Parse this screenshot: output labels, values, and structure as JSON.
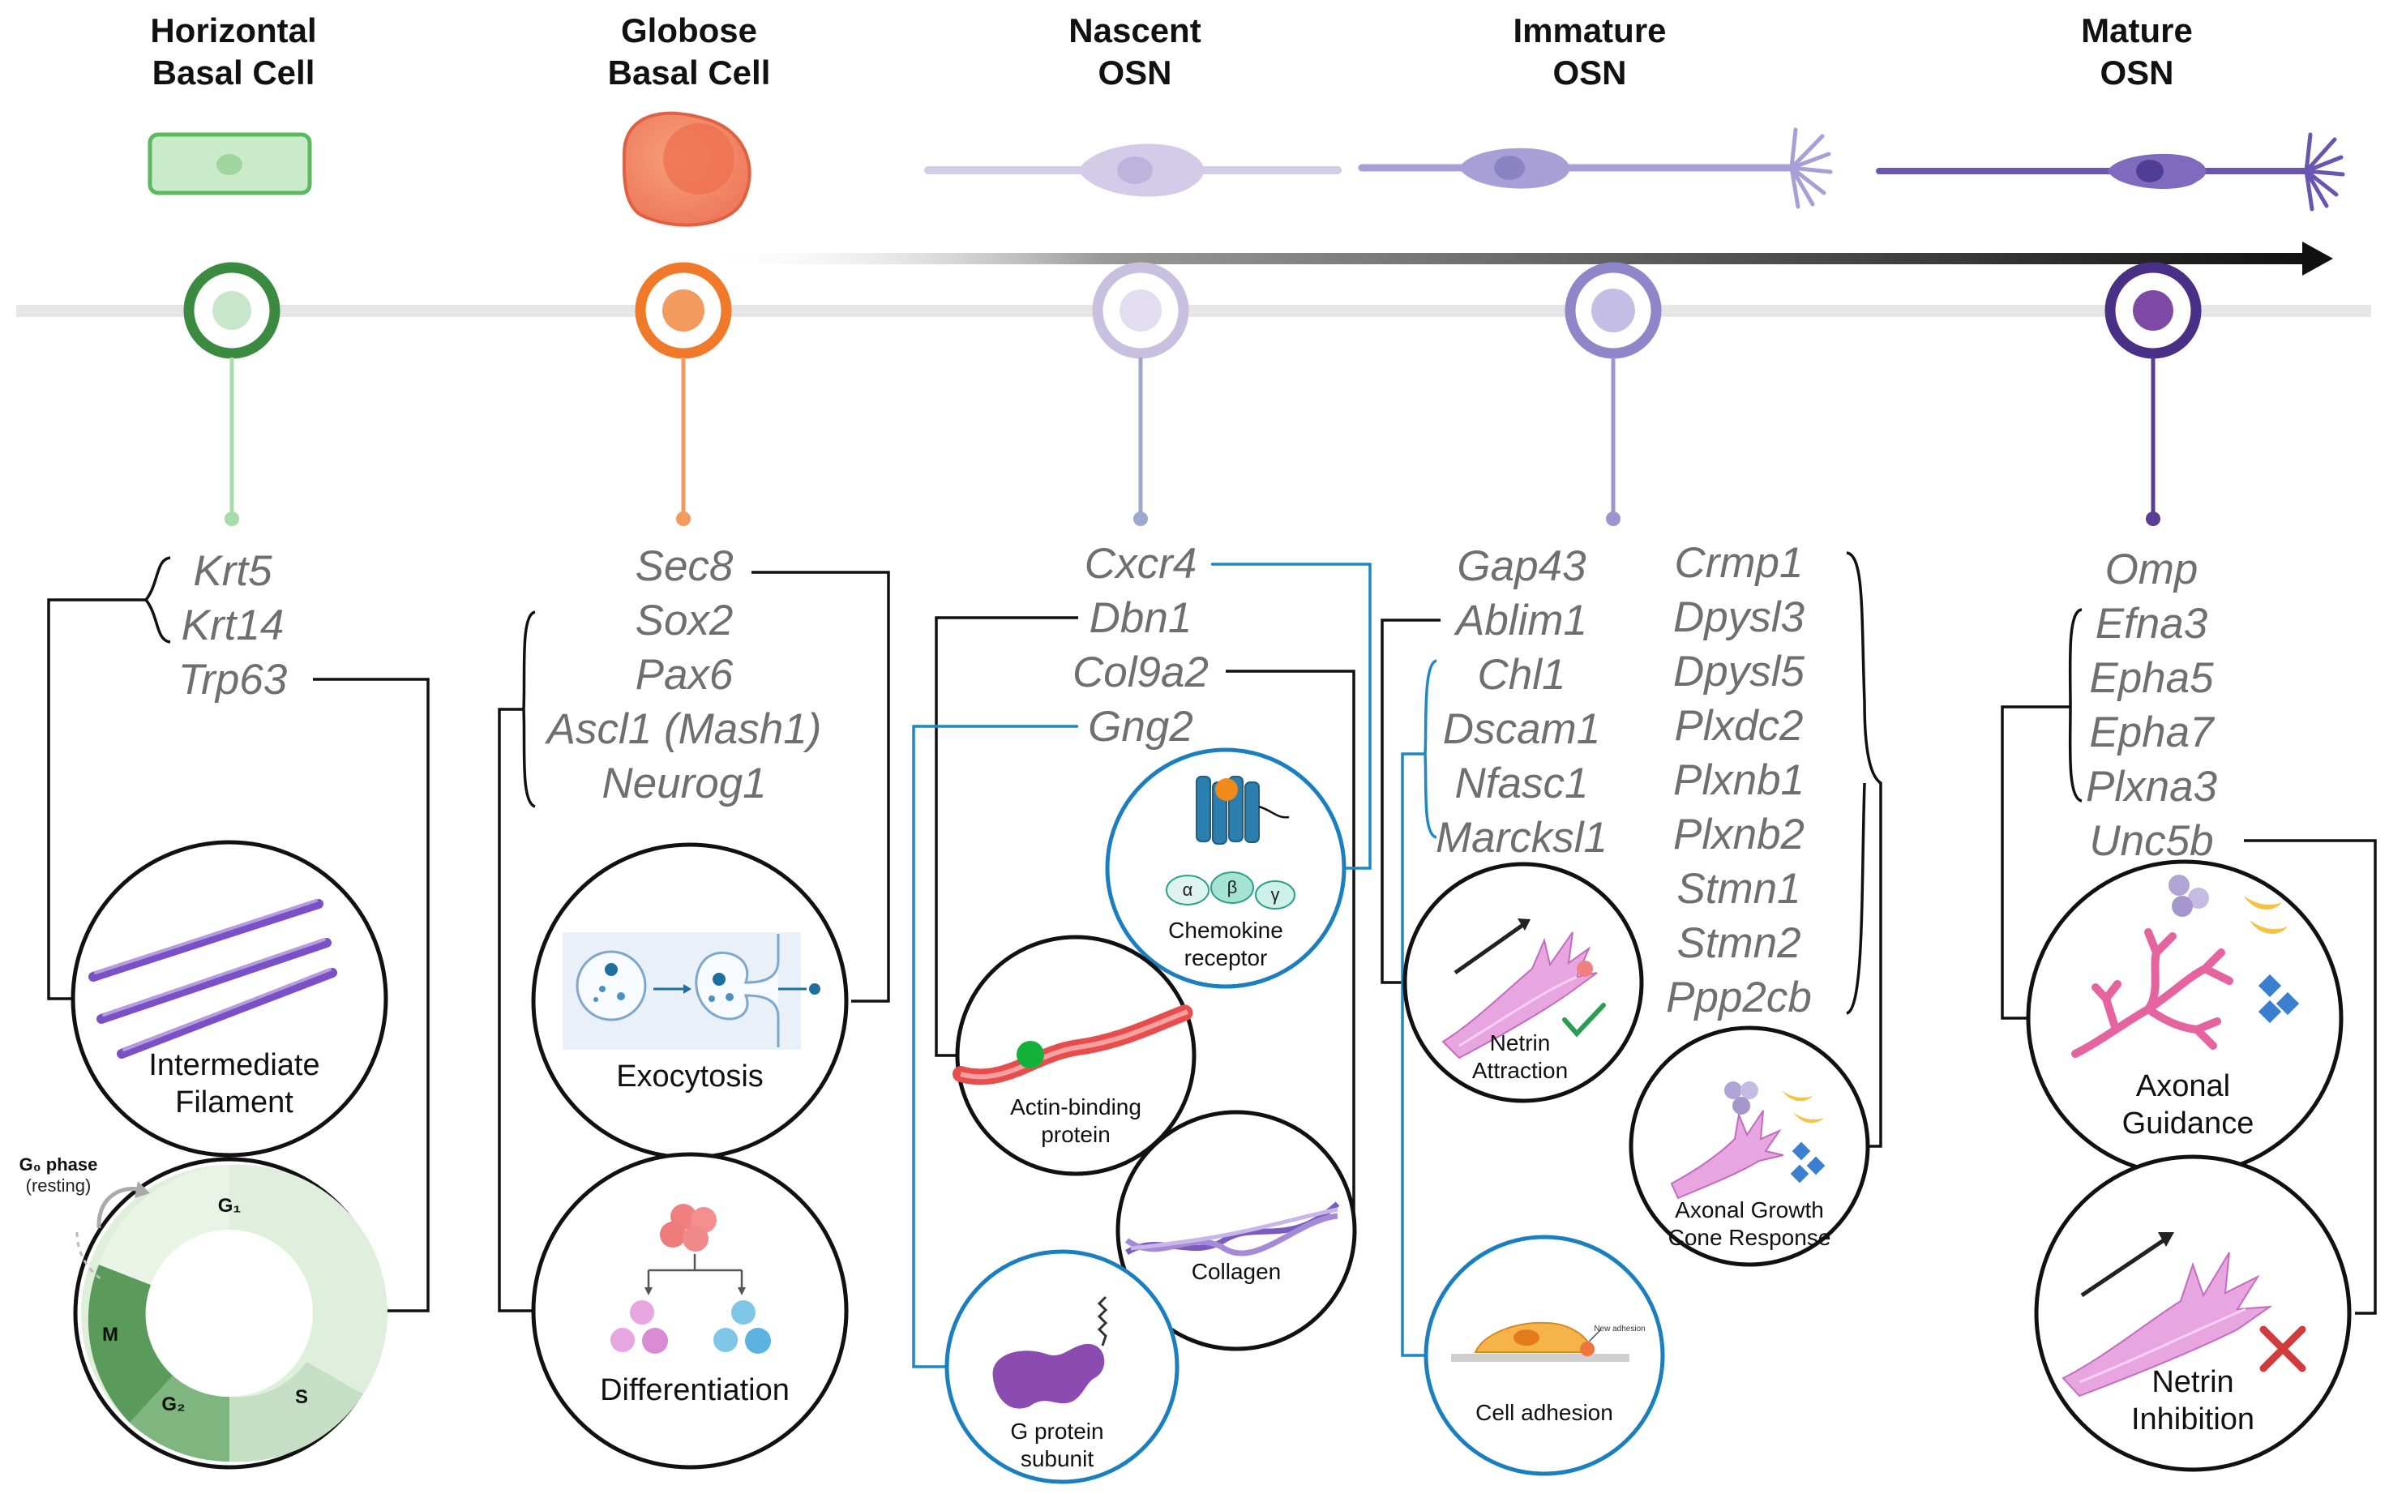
{
  "stages": [
    {
      "line1": "Horizontal",
      "line2": "Basal Cell",
      "color": "#3a8a3f",
      "fill": "#c8e6c9"
    },
    {
      "line1": "Globose",
      "line2": "Basal Cell",
      "color": "#f07a2a",
      "fill": "#f39a5f"
    },
    {
      "line1": "Nascent",
      "line2": "OSN",
      "color": "#c9c0e0",
      "fill": "#ddd6ee"
    },
    {
      "line1": "Immature",
      "line2": "OSN",
      "color": "#8f86c9",
      "fill": "#c4bde6"
    },
    {
      "line1": "Mature",
      "line2": "OSN",
      "color": "#4a2f86",
      "fill": "#7d4ba6"
    }
  ],
  "genes": {
    "horizontal": [
      "Krt5",
      "Krt14",
      "Trp63"
    ],
    "globose": [
      "Sec8",
      "Sox2",
      "Pax6",
      "Ascl1 (Mash1)",
      "Neurog1"
    ],
    "nascent": [
      "Cxcr4",
      "Dbn1",
      "Col9a2",
      "Gng2"
    ],
    "immature_left": [
      "Gap43",
      "Ablim1",
      "Chl1",
      "Dscam1",
      "Nfasc1",
      "Marcksl1"
    ],
    "immature_right": [
      "Crmp1",
      "Dpysl3",
      "Dpysl5",
      "Plxdc2",
      "Plxnb1",
      "Plxnb2",
      "Stmn1",
      "Stmn2",
      "Ppp2cb"
    ],
    "mature": [
      "Omp",
      "Efna3",
      "Epha5",
      "Epha7",
      "Plxna3",
      "Unc5b"
    ]
  },
  "functions": {
    "intermediate_filament": [
      "Intermediate",
      "Filament"
    ],
    "cell_cycle": {
      "g0_line1": "G₀ phase",
      "g0_line2": "(resting)",
      "g1": "G₁",
      "s": "S",
      "g2": "G₂",
      "m": "M"
    },
    "exocytosis": "Exocytosis",
    "differentiation": "Differentiation",
    "chemokine_receptor": [
      "Chemokine",
      "receptor"
    ],
    "greek": {
      "alpha": "α",
      "beta": "β",
      "gamma": "γ"
    },
    "actin_binding": [
      "Actin-binding",
      "protein"
    ],
    "collagen": "Collagen",
    "g_protein": [
      "G protein",
      "subunit"
    ],
    "netrin_attraction": [
      "Netrin",
      "Attraction"
    ],
    "axonal_growth_cone": [
      "Axonal Growth",
      "Cone Response"
    ],
    "cell_adhesion": "Cell adhesion",
    "new_adhesion": "New adhesion",
    "axonal_guidance": [
      "Axonal",
      "Guidance"
    ],
    "netrin_inhibition": [
      "Netrin",
      "Inhibition"
    ]
  }
}
